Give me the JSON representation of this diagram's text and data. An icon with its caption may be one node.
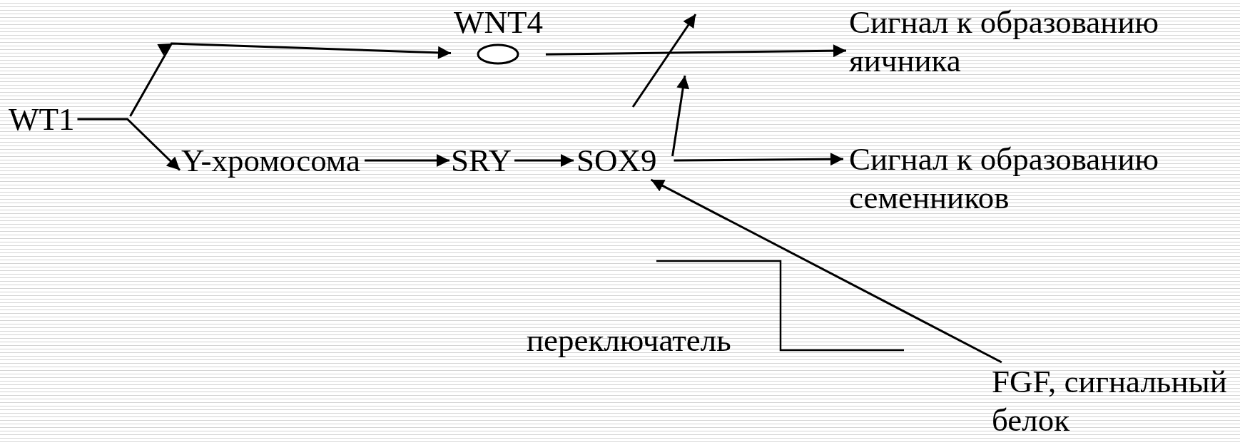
{
  "diagram": {
    "nodes": [
      {
        "text": [
          "WT1"
        ]
      },
      {
        "text": [
          "Y-хромосома"
        ]
      },
      {
        "text": [
          "SRY"
        ]
      },
      {
        "text": [
          "SOX9"
        ]
      },
      {
        "text": [
          "WNT4"
        ]
      },
      {
        "text": [
          "Сигнал к образованию яичника"
        ]
      },
      {
        "text": [
          "Сигнал к образованию семенников"
        ]
      },
      {
        "text": [
          "FGF, сигнальный белок"
        ]
      }
    ],
    "edges": [
      {
        "from": 0,
        "to": 4,
        "arrow": "to"
      },
      {
        "from": 0,
        "to": 1,
        "arrow": "to"
      },
      {
        "from": 1,
        "to": 2,
        "arrow": "to"
      },
      {
        "from": 2,
        "to": 3,
        "arrow": "to"
      },
      {
        "from": 4,
        "to": 5,
        "arrow": "to"
      },
      {
        "from": 3,
        "to": 6,
        "arrow": "to"
      },
      {
        "from": 7,
        "to": 3,
        "arrow": "to"
      },
      {
        "from": 3,
        "to": null,
        "arrow": "to"
      }
    ],
    "labels": [
      "переключатель"
    ]
  }
}
